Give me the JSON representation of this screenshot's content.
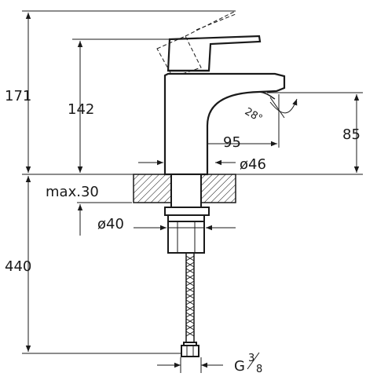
{
  "dimensions": {
    "total_height_top": "171",
    "spout_height": "142",
    "outlet_height": "85",
    "reach": "95",
    "body_diameter": "ø46",
    "max_deck": "max.30",
    "shank_diameter": "ø40",
    "hose_length": "440",
    "thread_prefix": "G",
    "thread_num": "3",
    "thread_den": "8",
    "spout_angle": "28°"
  },
  "colors": {
    "line": "#1a1a1a",
    "thin": "#333333"
  }
}
